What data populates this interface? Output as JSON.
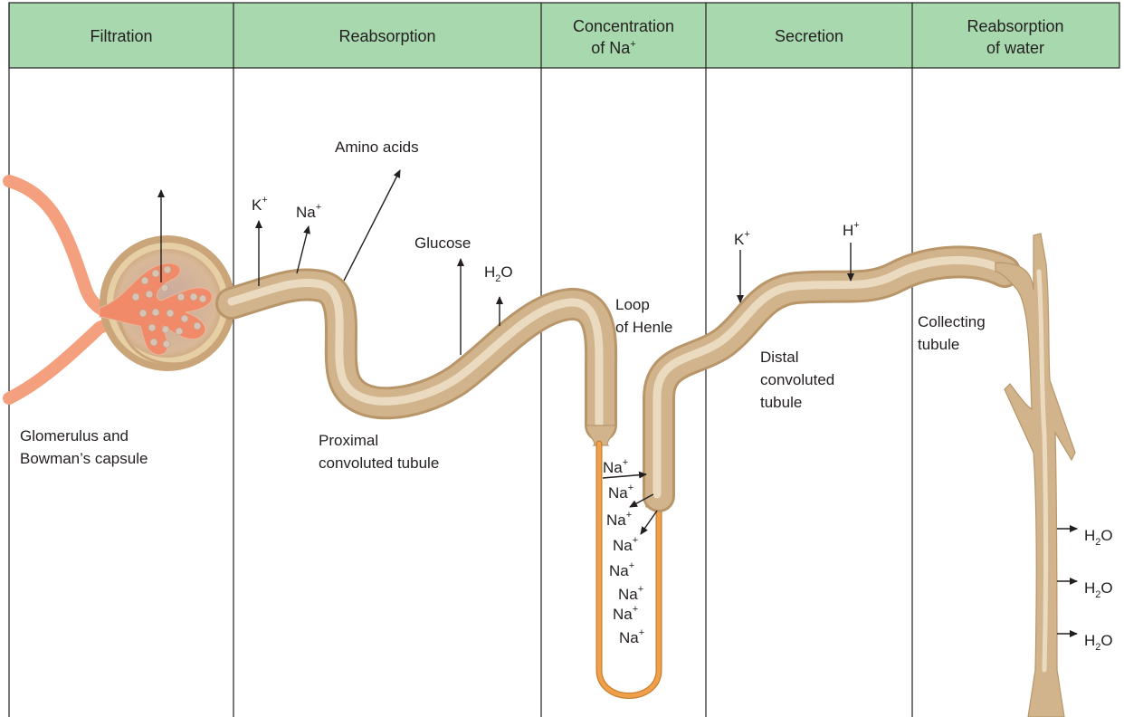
{
  "colors": {
    "header_bg": "#a8d8ae",
    "tubule_fill": "#d2b48c",
    "tubule_highlight": "#eadbc0",
    "tubule_edge": "#b8966a",
    "vessel": "#f4a07e",
    "loop_thin": "#f0a04b",
    "arrow": "#231f20"
  },
  "headers": [
    {
      "line1": "Filtration",
      "line2": "",
      "sup": ""
    },
    {
      "line1": "Reabsorption",
      "line2": "",
      "sup": ""
    },
    {
      "line1": "Concentration",
      "line2": "of Na",
      "sup": "+"
    },
    {
      "line1": "Secretion",
      "line2": "",
      "sup": ""
    },
    {
      "line1": "Reabsorption",
      "line2": "of water",
      "sup": ""
    }
  ],
  "structures": {
    "glomerulus": [
      "Glomerulus and",
      "Bowman’s capsule"
    ],
    "proximal": [
      "Proximal",
      "convoluted tubule"
    ],
    "loop": [
      "Loop",
      "of Henle"
    ],
    "distal": [
      "Distal",
      "convoluted",
      "tubule"
    ],
    "collecting": [
      "Collecting",
      "tubule"
    ]
  },
  "substances": {
    "amino_acids": "Amino acids",
    "glucose": "Glucose",
    "k": "K",
    "na": "Na",
    "h": "H",
    "plus": "+",
    "water_h": "H",
    "water_2": "2",
    "water_o": "O"
  },
  "loop_ions": [
    "Na",
    "Na",
    "Na",
    "Na",
    "Na",
    "Na",
    "Na",
    "Na"
  ]
}
